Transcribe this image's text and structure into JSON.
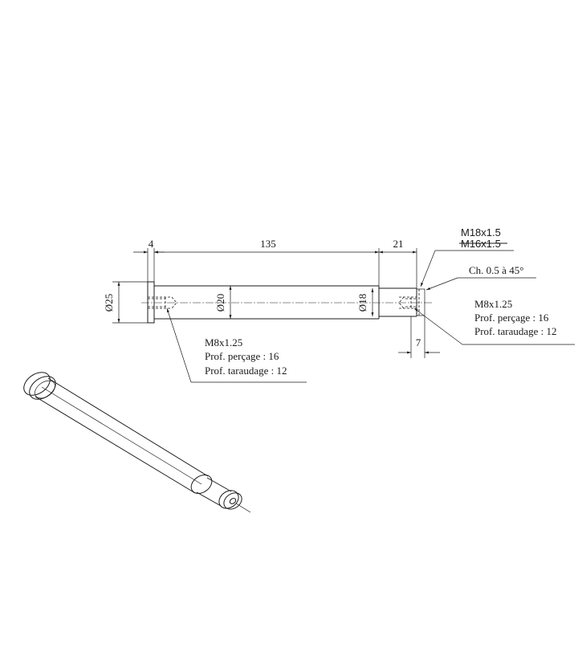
{
  "dimensions": {
    "flange_thickness": "4",
    "body_length": "135",
    "end_length": "21",
    "dia_flange": "Ø25",
    "dia_body": "Ø20",
    "dia_end": "Ø18",
    "chamfer_depth": "7"
  },
  "thread_end": {
    "current": "M18x1.5",
    "struck": "M16x1.5"
  },
  "chamfer_note": "Ch. 0.5 à 45°",
  "hole_left": {
    "thread": "M8x1.25",
    "drill_depth": "Prof. perçage : 16",
    "tap_depth": "Prof. taraudage : 12"
  },
  "hole_right": {
    "thread": "M8x1.25",
    "drill_depth": "Prof. perçage : 16",
    "tap_depth": "Prof. taraudage : 12"
  }
}
